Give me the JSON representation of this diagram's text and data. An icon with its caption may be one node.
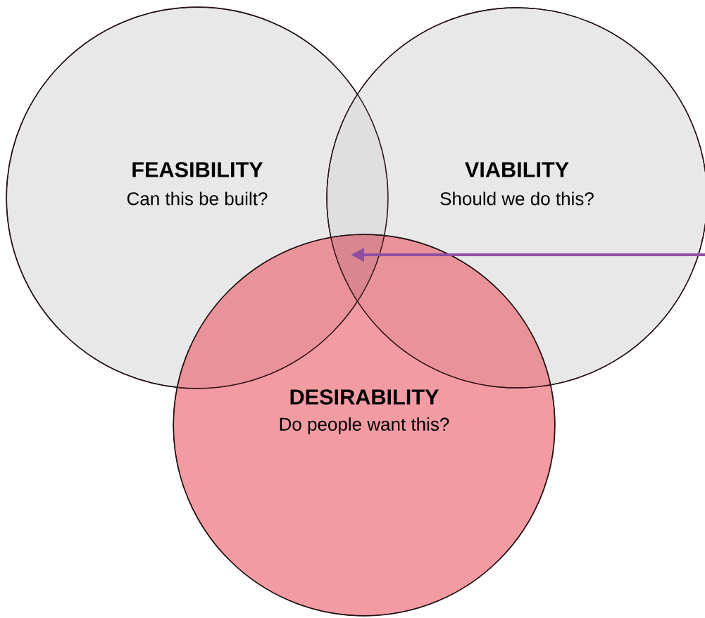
{
  "diagram": {
    "nodes": [
      {
        "text": [
          "FEASIBILITY",
          "Can this be built?"
        ]
      },
      {
        "text": [
          "VIABILITY",
          "Should we do this?"
        ]
      },
      {
        "text": [
          "DESIRABILITY",
          "Do people want this?"
        ]
      },
      {
        "text": [],
        "shape": "intersection"
      }
    ],
    "edges": [
      {
        "from": null,
        "to": 3,
        "arrow": "to",
        "color": "#8e4fa3"
      }
    ]
  }
}
